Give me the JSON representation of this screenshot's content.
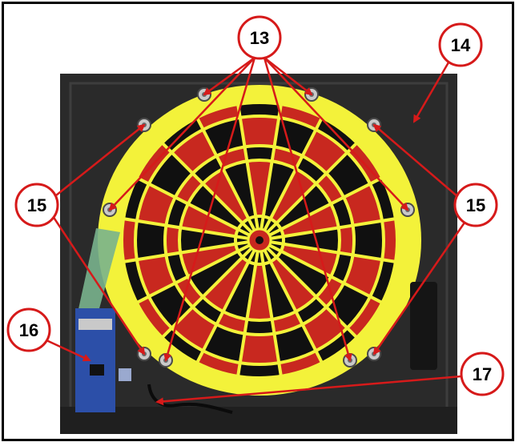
{
  "figure": {
    "type": "annotated-photo",
    "subject": "dartboard-assembly",
    "colors": {
      "cabinet": "#2a2a2a",
      "cabinet_edge": "#3a3a3a",
      "dartboard_rim": "#f3f23a",
      "segment_red": "#c8281f",
      "segment_black": "#101010",
      "spider": "#f3f23a",
      "callout_stroke": "#d61a1a",
      "callout_fill": "#ffffff",
      "callout_text": "#000000",
      "circuit_board": "#2c4fa8",
      "ribbon_cable": "#79b38d"
    },
    "callouts": [
      {
        "id": "c13",
        "label": "13"
      },
      {
        "id": "c14",
        "label": "14"
      },
      {
        "id": "c15a",
        "label": "15"
      },
      {
        "id": "c15b",
        "label": "15"
      },
      {
        "id": "c16",
        "label": "16"
      },
      {
        "id": "c17",
        "label": "17"
      }
    ]
  }
}
